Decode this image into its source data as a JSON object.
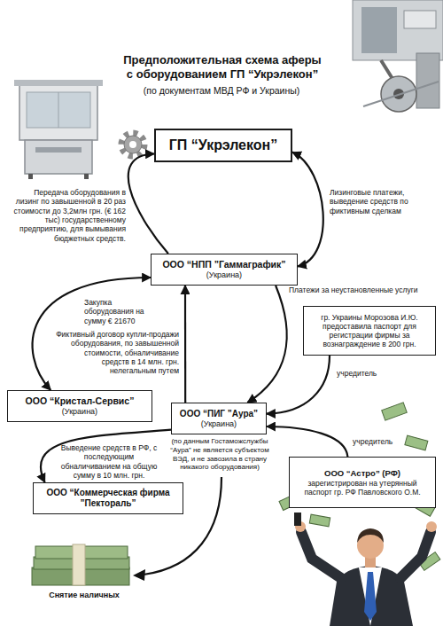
{
  "diagram": {
    "title": "Предположительная схема аферы с оборудованием ГП “Укрэлекон”",
    "nodes": [
      {
        "text": [
          "ГП “Укрэлекон”"
        ]
      },
      {
        "text": [
          "ООО “НПП ”Гаммаграфик”",
          "(Украина)"
        ]
      },
      {
        "text": [
          "ООО “Кристал-Сервис”",
          "(Украина)"
        ]
      },
      {
        "text": [
          "гр. Украины Морозова И.Ю. предоставила паспорт для регистрации фирмы за вознаграждение в 200 грн."
        ]
      },
      {
        "text": [
          "ООО “ПИГ ”Аура”",
          "(Украина)"
        ]
      },
      {
        "text": [
          "ООО “Астро” (РФ)",
          "зарегистрирован на утерянный паспорт гр. РФ Павловского О.М."
        ]
      },
      {
        "text": [
          "ООО “Коммерческая фирма ”Пектораль”"
        ]
      }
    ],
    "edges": [
      {
        "from": 1,
        "to": 0,
        "arrow": "to",
        "label": "Передача оборудования в лизинг по завышенной в 20 раз стоимости до 3,2млн грн. (€ 162 тыс) государственному предприятию, для вымывания бюджетных средств."
      },
      {
        "from": 0,
        "to": 1,
        "arrow": "both",
        "label": "Лизинговые платежи, выведение средств по фиктивным сделкам"
      },
      {
        "from": 1,
        "to": 2,
        "arrow": "both",
        "label": "Закупка оборудования на сумму € 21670"
      },
      {
        "from": 1,
        "to": 4,
        "arrow": "to",
        "label": "Платежи за неустановленные услуги"
      },
      {
        "from": 4,
        "to": 1,
        "arrow": "to",
        "label": "Фиктивный договор купли-продажи оборудования, по завышенной стоимости, обналичивание средств в 14 млн. грн. нелегальным путем"
      },
      {
        "from": 3,
        "to": 4,
        "arrow": "to",
        "label": "учредитель"
      },
      {
        "from": 5,
        "to": 4,
        "arrow": "to",
        "label": "учредитель"
      },
      {
        "from": 4,
        "to": 6,
        "arrow": "to",
        "label": "Выведение средств в РФ, с последующим обналичиванием на общую сумму в 10 млн. грн."
      }
    ],
    "labels": [
      "(по документам МВД РФ и Украины)",
      "(по данным Гостаможслужбы “Аура” не является субъектом ВЭД, и не завозила в страну никакого оборудования)",
      "Снятие наличных"
    ]
  }
}
